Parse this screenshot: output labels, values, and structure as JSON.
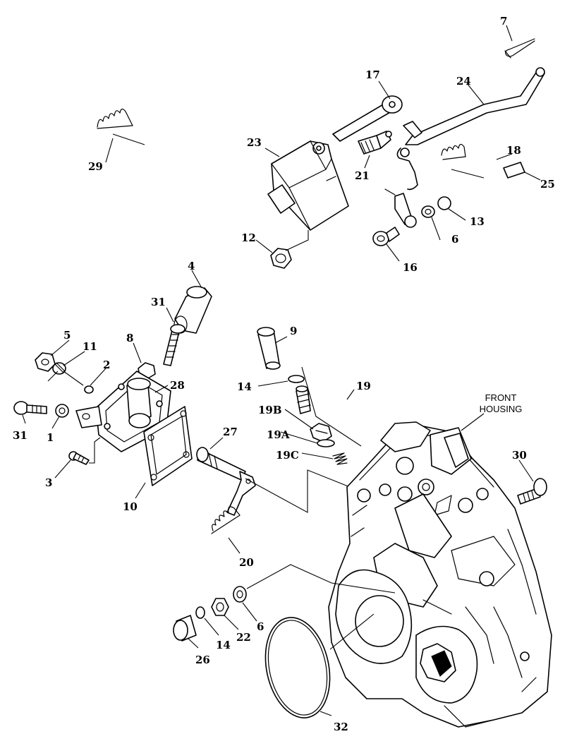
{
  "diagram": {
    "front_housing_label": [
      "FRONT",
      "HOUSING"
    ],
    "callouts": {
      "c1": "1",
      "c2": "2",
      "c3": "3",
      "c4": "4",
      "c5": "5",
      "c6a": "6",
      "c6b": "6",
      "c7": "7",
      "c8": "8",
      "c9": "9",
      "c10": "10",
      "c11": "11",
      "c12": "12",
      "c13": "13",
      "c14a": "14",
      "c14b": "14",
      "c16": "16",
      "c17": "17",
      "c18": "18",
      "c19": "19",
      "c19a": "19A",
      "c19b": "19B",
      "c19c": "19C",
      "c20": "20",
      "c21": "21",
      "c22": "22",
      "c23": "23",
      "c24": "24",
      "c25": "25",
      "c26": "26",
      "c27": "27",
      "c28": "28",
      "c29": "29",
      "c30": "30",
      "c31a": "31",
      "c31b": "31",
      "c32": "32"
    }
  }
}
